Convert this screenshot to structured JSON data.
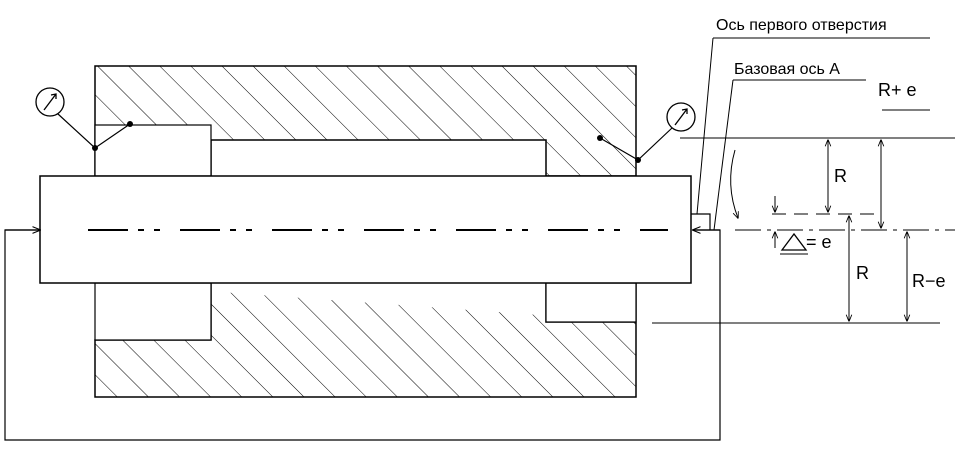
{
  "labels": {
    "first_hole_axis": "Ось первого отверстия",
    "base_axis": "Базовая ось А",
    "r_plus_e": "R+ e",
    "r_upper": "R",
    "r_lower": "R",
    "r_minus_e": "R−e",
    "delta_eq": "= e"
  },
  "symbols": {
    "left_gauge": "dial-indicator-icon",
    "right_gauge": "dial-indicator-icon",
    "delta": "triangle-delta-icon"
  }
}
